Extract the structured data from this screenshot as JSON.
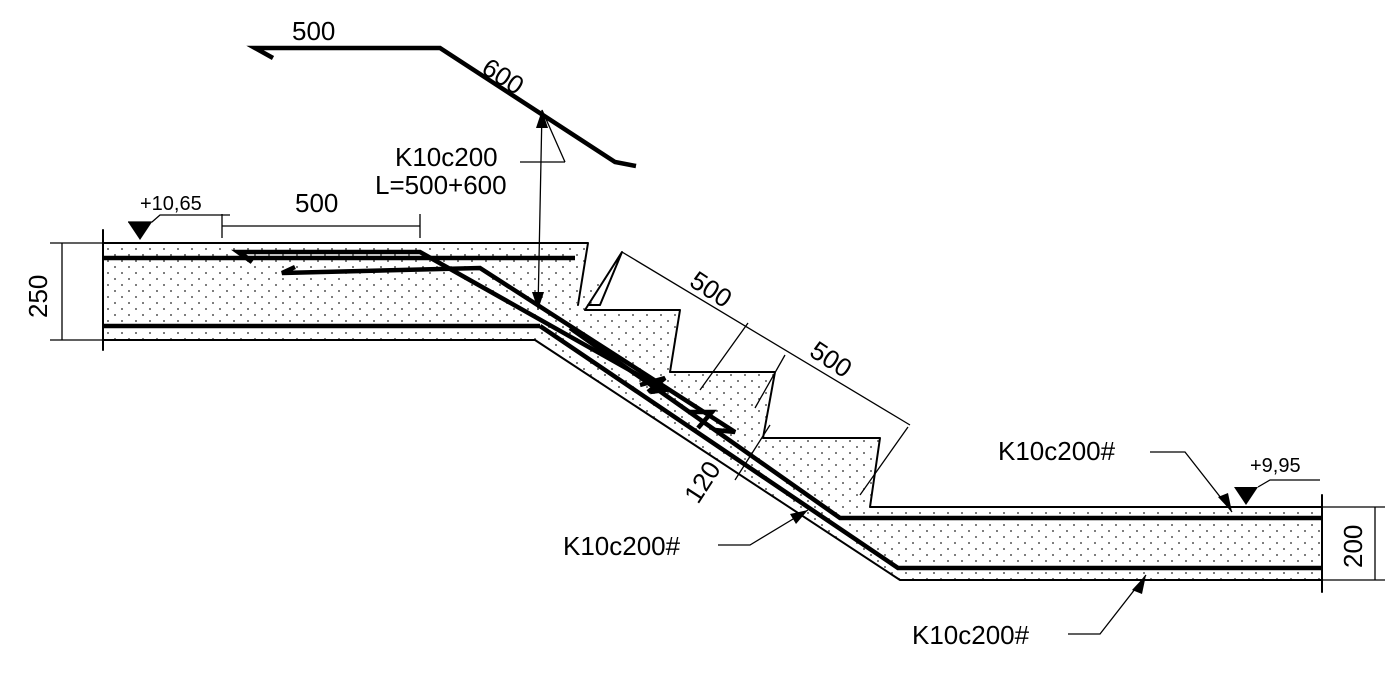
{
  "bent_bar": {
    "leg1": "500",
    "leg2": "600",
    "mark": "K10c200",
    "length": "L=500+600"
  },
  "upper_slab": {
    "elevation": "+10,65",
    "lap_length": "500",
    "thickness": "250"
  },
  "stair": {
    "step1": "500",
    "step2": "500",
    "waist": "120",
    "rebar_label": "K10c200#"
  },
  "lower_slab": {
    "elevation": "+9,95",
    "thickness": "200",
    "top_rebar_label": "K10c200#",
    "bottom_rebar_label": "K10c200#"
  }
}
